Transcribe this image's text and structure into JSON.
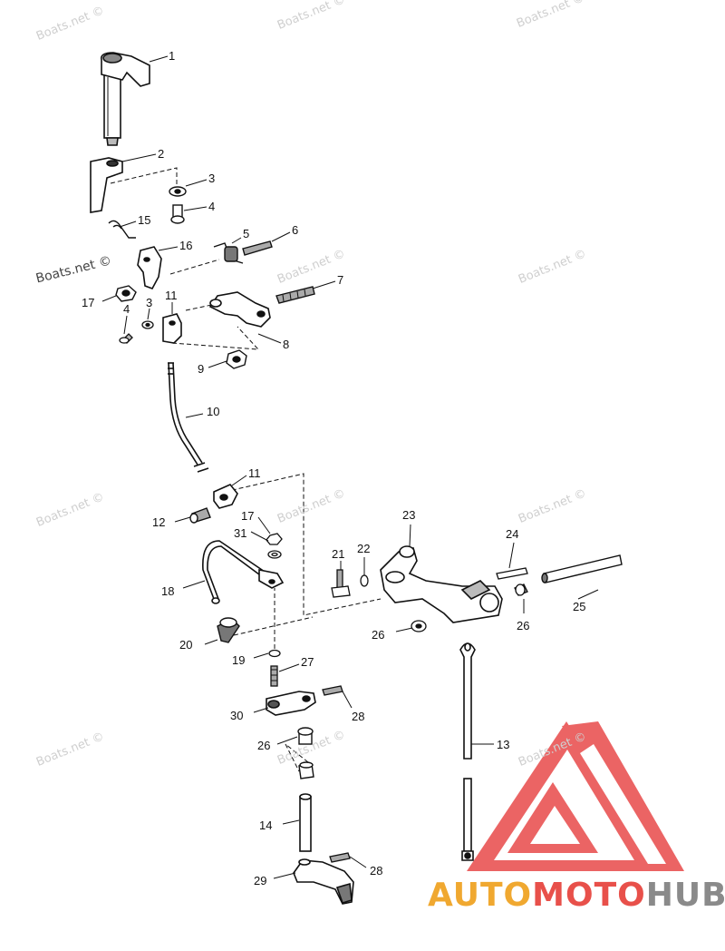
{
  "watermark": "Boats.net ©",
  "logo": {
    "part1": "AUTO",
    "part2": "MOTO",
    "part3": "HUB",
    "colors": {
      "auto": "#f0a830",
      "moto": "#e8504a",
      "hub": "#8a8a8a",
      "mark": "#e84a4a"
    }
  },
  "callouts": {
    "c1": "1",
    "c2": "2",
    "c3a": "3",
    "c4a": "4",
    "c15": "15",
    "c5": "5",
    "c6": "6",
    "c16": "16",
    "c7": "7",
    "c17a": "17",
    "c11a": "11",
    "c3b": "3",
    "c4b": "4",
    "c8": "8",
    "c9": "9",
    "c10": "10",
    "c11b": "11",
    "c12": "12",
    "c17b": "17",
    "c31": "31",
    "c23": "23",
    "c24": "24",
    "c21": "21",
    "c22": "22",
    "c18": "18",
    "c25": "25",
    "c26a": "26",
    "c26b": "26",
    "c20": "20",
    "c19": "19",
    "c27": "27",
    "c30": "30",
    "c28a": "28",
    "c13": "13",
    "c26c": "26",
    "c14": "14",
    "c29": "29",
    "c28b": "28"
  }
}
